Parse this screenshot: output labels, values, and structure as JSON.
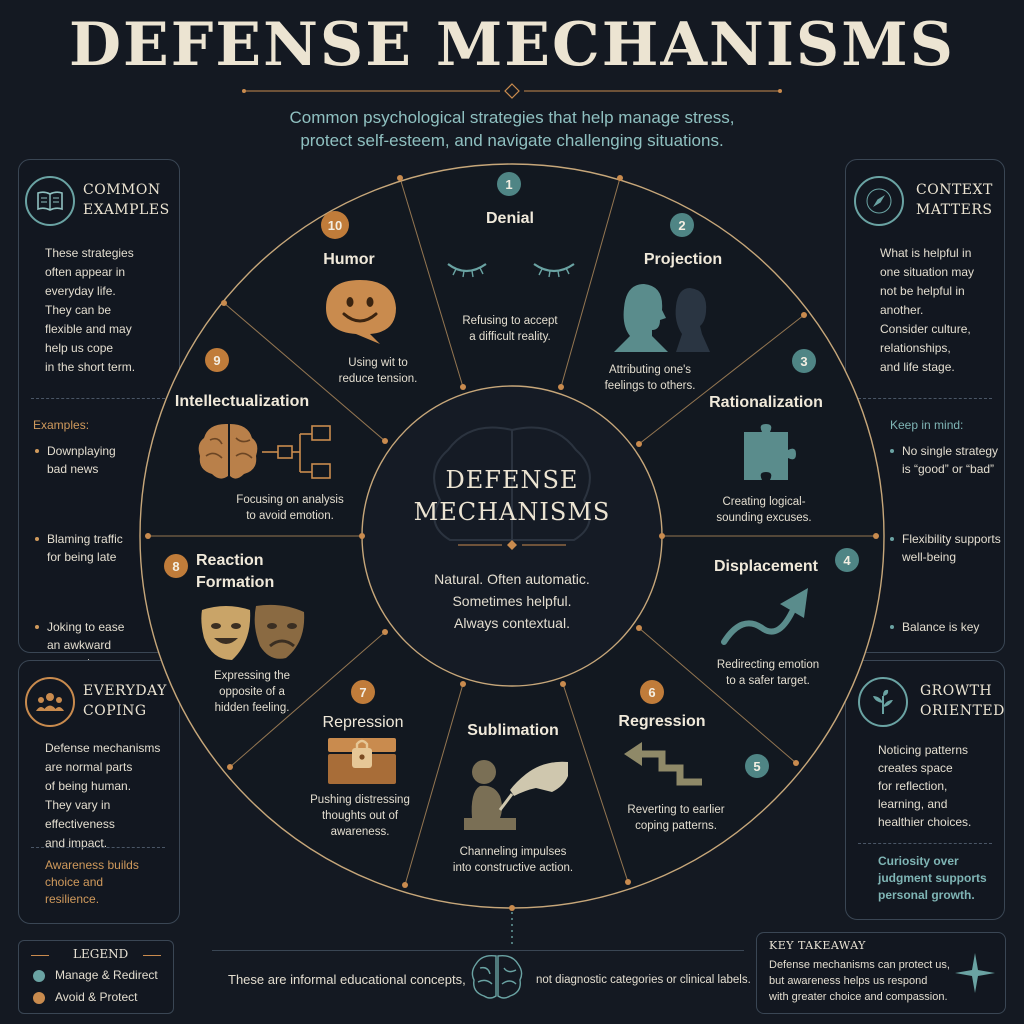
{
  "header": {
    "title": "DEFENSE MECHANISMS",
    "subtitle_line1": "Common psychological strategies that help manage stress,",
    "subtitle_line2": "protect self-esteem, and navigate challenging situations."
  },
  "center": {
    "title_line1": "DEFENSE",
    "title_line2": "MECHANISMS",
    "text_line1": "Natural. Often automatic.",
    "text_line2": "Sometimes helpful.",
    "text_line3": "Always contextual."
  },
  "mechanisms": [
    {
      "num": "1",
      "name": "Denial",
      "desc1": "Refusing to accept",
      "desc2": "a difficult reality.",
      "desc3": "",
      "color": "teal",
      "icon": "closed-eyes-icon"
    },
    {
      "num": "2",
      "name": "Projection",
      "desc1": "Attributing one's",
      "desc2": "feelings to others.",
      "desc3": "",
      "color": "teal",
      "icon": "two-heads-icon"
    },
    {
      "num": "3",
      "name": "Rationalization",
      "desc1": "Creating logical-",
      "desc2": "sounding excuses.",
      "desc3": "",
      "color": "teal",
      "icon": "puzzle-piece-icon"
    },
    {
      "num": "4",
      "name": "Displacement",
      "desc1": "Redirecting emotion",
      "desc2": "to a safer target.",
      "desc3": "",
      "color": "teal",
      "icon": "redirect-arrow-icon"
    },
    {
      "num": "5",
      "name": "Sublimation",
      "desc1": "Channeling impulses",
      "desc2": "into constructive action.",
      "desc3": "",
      "color": "teal",
      "icon": "sculpting-hands-icon"
    },
    {
      "num": "6",
      "name": "Regression",
      "desc1": "Reverting to earlier",
      "desc2": "coping patterns.",
      "desc3": "",
      "color": "orange",
      "icon": "step-down-arrow-icon"
    },
    {
      "num": "7",
      "name": "Repression",
      "desc1": "Pushing distressing",
      "desc2": "thoughts out of",
      "desc3": "awareness.",
      "color": "orange",
      "icon": "locked-chest-icon"
    },
    {
      "num": "8",
      "name_line1": "Reaction",
      "name_line2": "Formation",
      "desc1": "Expressing the",
      "desc2": "opposite of a",
      "desc3": "hidden feeling.",
      "color": "orange",
      "icon": "theater-masks-icon"
    },
    {
      "num": "9",
      "name": "Intellectualization",
      "desc1": "Focusing on analysis",
      "desc2": "to avoid emotion.",
      "desc3": "",
      "color": "orange",
      "icon": "brain-flowchart-icon"
    },
    {
      "num": "10",
      "name": "Humor",
      "desc1": "Using wit to",
      "desc2": "reduce tension.",
      "desc3": "",
      "color": "orange",
      "icon": "smile-bubble-icon"
    }
  ],
  "left_top": {
    "title_line1": "COMMON",
    "title_line2": "EXAMPLES",
    "text": [
      "These strategies",
      "often appear in",
      "everyday life.",
      "They can be",
      "flexible and may",
      "help us cope",
      "in the short term."
    ],
    "examples_label": "Examples:",
    "examples": [
      [
        "Downplaying",
        "bad news"
      ],
      [
        "Blaming traffic",
        "for being late"
      ],
      [
        "Joking to ease",
        "an awkward",
        "moment"
      ]
    ]
  },
  "left_bottom": {
    "title_line1": "EVERYDAY",
    "title_line2": "COPING",
    "text": [
      "Defense mechanisms",
      "are normal parts",
      "of being human.",
      "They vary in",
      "effectiveness",
      "and impact."
    ],
    "highlight": [
      "Awareness builds",
      "choice and",
      "resilience."
    ]
  },
  "right_top": {
    "title_line1": "CONTEXT",
    "title_line2": "MATTERS",
    "text": [
      "What is helpful in",
      "one situation may",
      "not be helpful in",
      "another.",
      "Consider culture,",
      "relationships,",
      "and life stage."
    ],
    "keep_label": "Keep in mind:",
    "keep": [
      [
        "No single strategy",
        "is “good” or “bad”"
      ],
      [
        "Flexibility supports",
        "well-being"
      ],
      [
        "Balance is key"
      ]
    ]
  },
  "right_bottom": {
    "title_line1": "GROWTH",
    "title_line2": "ORIENTED",
    "text": [
      "Noticing patterns",
      "creates space",
      "for reflection,",
      "learning, and",
      "healthier choices."
    ],
    "highlight": [
      "Curiosity over",
      "judgment supports",
      "personal growth."
    ]
  },
  "legend": {
    "title": "LEGEND",
    "item1": "Manage & Redirect",
    "item2": "Avoid & Protect",
    "teal": "#6aa3a3",
    "orange": "#c98b4e"
  },
  "footer": {
    "left": "These are informal educational concepts,",
    "right": "not diagnostic categories or clinical labels."
  },
  "takeaway": {
    "title": "KEY TAKEAWAY",
    "line1": "Defense mechanisms can protect us,",
    "line2": "but awareness helps us respond",
    "line3": "with greater choice and compassion."
  }
}
